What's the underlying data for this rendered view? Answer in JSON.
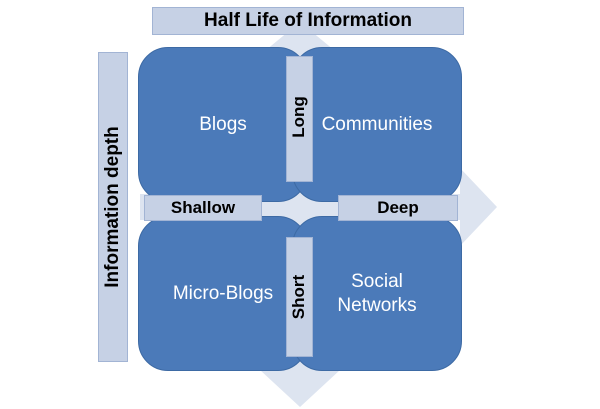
{
  "title": "Half Life of Information",
  "y_axis_label": "Information depth",
  "labels": {
    "long": "Long",
    "short": "Short",
    "shallow": "Shallow",
    "deep": "Deep"
  },
  "quadrants": {
    "top_left": "Blogs",
    "top_right": "Communities",
    "bottom_left": "Micro-Blogs",
    "bottom_right": "Social\nNetworks"
  },
  "colors": {
    "quadrant_fill": "#4b7ab9",
    "label_fill": "#c6d1e5",
    "arrow_fill": "#dde4f0"
  }
}
